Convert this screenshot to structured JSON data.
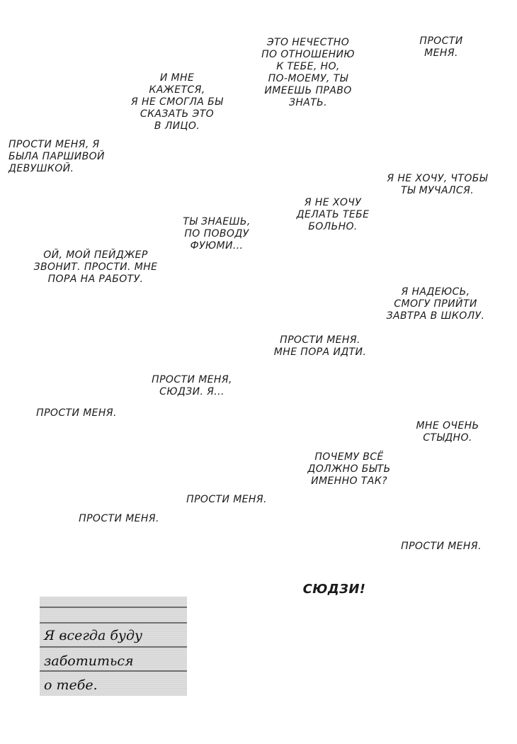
{
  "speech_bubbles": [
    "ЭТО НЕЧЕСТНО\nПО ОТНОШЕНИЮ\nК ТЕБЕ, НО,\nПО-МОЕМУ, ТЫ\nИМЕЕШЬ ПРАВО\nЗНАТЬ.",
    "ПРОСТИ\nМЕНЯ.",
    "И МНЕ\nКАЖЕТСЯ,\nЯ НЕ СМОГЛА БЫ\nСКАЗАТЬ ЭТО\nВ ЛИЦО.",
    "ПРОСТИ МЕНЯ, Я\nБЫЛА ПАРШИВОЙ\nДЕВУШКОЙ.",
    "Я НЕ ХОЧУ, ЧТОБЫ\nТЫ МУЧАЛСЯ.",
    "Я НЕ ХОЧУ\nДЕЛАТЬ ТЕБЕ\nБОЛЬНО.",
    "ТЫ ЗНАЕШЬ,\nПО ПОВОДУ\nФУЮМИ...",
    "ОЙ, МОЙ ПЕЙДЖЕР\nЗВОНИТ. ПРОСТИ. МНЕ\nПОРА НА РАБОТУ.",
    "Я НАДЕЮСЬ,\nСМОГУ ПРИЙТИ\nЗАВТРА В ШКОЛУ.",
    "ПРОСТИ МЕНЯ.\nМНЕ ПОРА ИДТИ.",
    "ПРОСТИ МЕНЯ,\nСЮДЗИ. Я...",
    "ПРОСТИ МЕНЯ.",
    "МНЕ ОЧЕНЬ\nСТЫДНО.",
    "ПОЧЕМУ ВСЁ\nДОЛЖНО БЫТЬ\nИМЕННО ТАК?",
    "ПРОСТИ МЕНЯ.",
    "ПРОСТИ МЕНЯ.",
    "ПРОСТИ МЕНЯ."
  ],
  "shout": "СЮДЗИ!",
  "note": {
    "lines": [
      "Я всегда буду",
      "заботиться",
      "о тебе."
    ],
    "paper_color": "#d8d8d8",
    "rule_color": "#707070"
  }
}
